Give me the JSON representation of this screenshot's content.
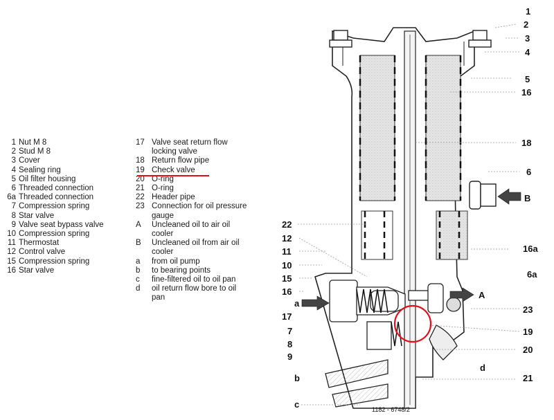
{
  "legend_left": [
    {
      "num": "1",
      "text": "Nut M 8"
    },
    {
      "num": "2",
      "text": "Stud M 8"
    },
    {
      "num": "3",
      "text": "Cover"
    },
    {
      "num": "4",
      "text": "Sealing ring"
    },
    {
      "num": "5",
      "text": "Oil filter housing"
    },
    {
      "num": "6",
      "text": "Threaded connection"
    },
    {
      "num": "6a",
      "text": "Threaded connection"
    },
    {
      "num": "7",
      "text": "Compression spring"
    },
    {
      "num": "8",
      "text": "Star valve"
    },
    {
      "num": "9",
      "text": "Valve seat bypass valve"
    },
    {
      "num": "10",
      "text": "Compression spring"
    },
    {
      "num": "11",
      "text": "Thermostat"
    },
    {
      "num": "12",
      "text": "Control valve"
    },
    {
      "num": "15",
      "text": "Compression spring"
    },
    {
      "num": "16",
      "text": "Star valve"
    }
  ],
  "legend_right": [
    {
      "num": "17",
      "text": "Valve seat return flow"
    },
    {
      "num": "",
      "text": "locking valve"
    },
    {
      "num": "18",
      "text": "Return flow pipe"
    },
    {
      "num": "19",
      "text": "Check valve",
      "highlighted": true
    },
    {
      "num": "20",
      "text": "O-ring"
    },
    {
      "num": "21",
      "text": "O-ring"
    },
    {
      "num": "22",
      "text": "Header pipe"
    },
    {
      "num": "23",
      "text": "Connection for oil pressure"
    },
    {
      "num": "",
      "text": "gauge"
    },
    {
      "num": "A",
      "text": "Uncleaned oil to air oil"
    },
    {
      "num": "",
      "text": "cooler"
    },
    {
      "num": "B",
      "text": "Uncleaned oil from air oil"
    },
    {
      "num": "",
      "text": "cooler"
    },
    {
      "num": "a",
      "text": "from oil pump"
    },
    {
      "num": "b",
      "text": "to bearing points"
    },
    {
      "num": "c",
      "text": "fine-filtered oil to oil pan"
    },
    {
      "num": "d",
      "text": "oil return flow bore to oil"
    },
    {
      "num": "",
      "text": "pan"
    }
  ],
  "callouts": {
    "c1": "1",
    "c2": "2",
    "c3": "3",
    "c4": "4",
    "c5": "5",
    "c16_top": "16",
    "c18": "18",
    "c6": "6",
    "cB": "B",
    "c22": "22",
    "c12": "12",
    "c11": "11",
    "c10": "10",
    "c15": "15",
    "c16": "16",
    "ca": "a",
    "c17": "17",
    "c7": "7",
    "c8": "8",
    "c9": "9",
    "cb": "b",
    "cc": "c",
    "c16a": "16a",
    "c6a": "6a",
    "cA": "A",
    "c23": "23",
    "c19": "19",
    "c20": "20",
    "cd": "d",
    "c21": "21"
  },
  "figure_id": "1182 - 6748/2",
  "highlight": {
    "item": "19",
    "color": "#e0101a"
  }
}
